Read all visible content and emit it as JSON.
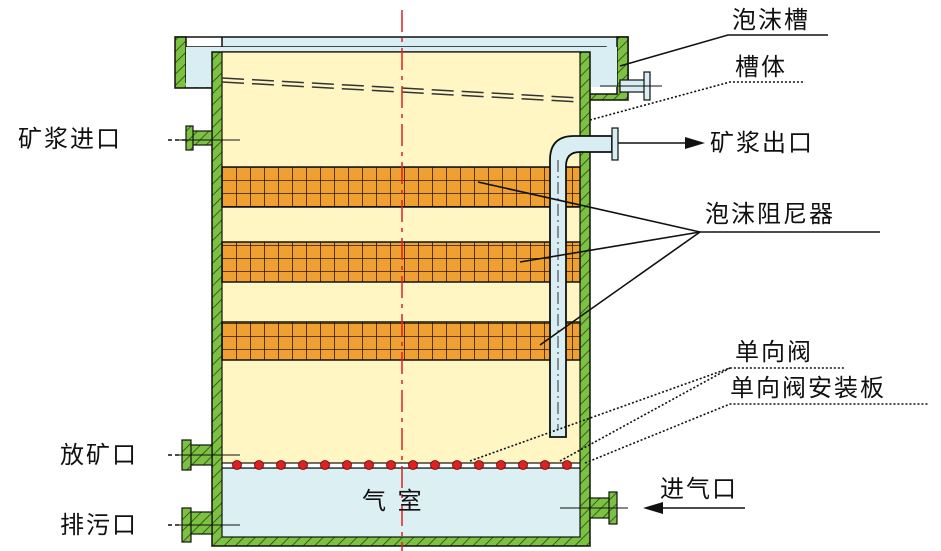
{
  "diagram": {
    "title": "Flotation column structure diagram",
    "colors": {
      "wall": "#7cc242",
      "slurry": "#fff6c4",
      "foam_trough": "#d8eef2",
      "air_chamber": "#dcf0f4",
      "damper": "#f0a030",
      "valve": "#e02020",
      "centerline": "#e02020",
      "pipe": "#d8eef2"
    },
    "labels": {
      "foam_trough": "泡沫槽",
      "tank_body": "槽体",
      "slurry_inlet": "矿浆进口",
      "slurry_outlet": "矿浆出口",
      "foam_damper": "泡沫阻尼器",
      "check_valve": "单向阀",
      "valve_plate": "单向阀安装板",
      "discharge_port": "放矿口",
      "air_chamber": "气 室",
      "air_inlet": "进气口",
      "drain_port": "排污口"
    }
  }
}
